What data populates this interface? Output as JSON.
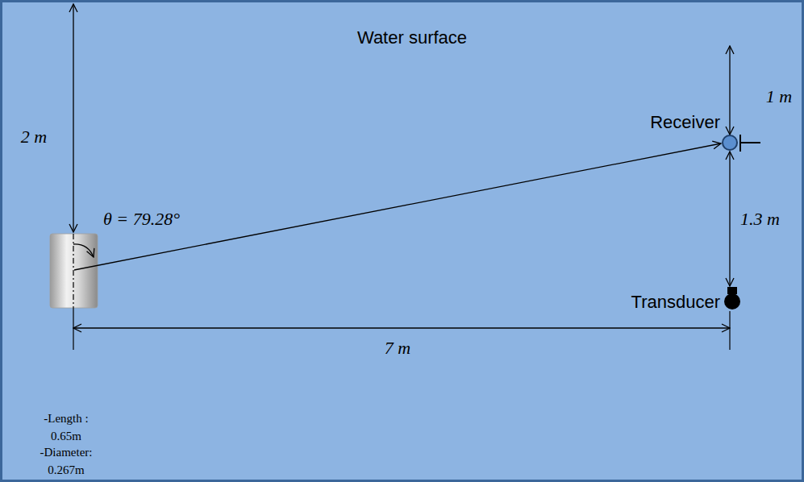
{
  "diagram": {
    "labels": [
      "Water surface",
      "2 m",
      "1 m",
      "Receiver",
      "θ = 79.28°",
      "1.3 m",
      "Transducer",
      "7 m",
      "-Length : 0.65m",
      "-Diameter: 0.267m"
    ]
  }
}
